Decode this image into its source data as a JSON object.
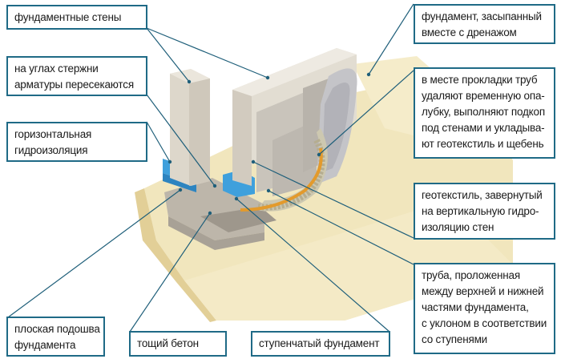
{
  "title": "Ленточный фундамент с дренажом",
  "colors": {
    "box_border": "#1f6a86",
    "leader_line": "#1f5f7a",
    "soil": "#efe2b4",
    "concrete": "#d8d2c6",
    "waterproofing": "#3fa0dc",
    "pipe": "#e39a2c"
  },
  "labels": [
    {
      "id": "foundation-walls",
      "lines": [
        "фундаментные стены"
      ]
    },
    {
      "id": "rebar-corners",
      "lines": [
        "на углах стержни",
        "арматуры пересекаются"
      ]
    },
    {
      "id": "horizontal-waterproofing",
      "lines": [
        "горизонтальная",
        "гидроизоляция"
      ]
    },
    {
      "id": "flat-footing",
      "lines": [
        "плоская подошва",
        "фундамента"
      ]
    },
    {
      "id": "lean-concrete",
      "lines": [
        "тощий бетон"
      ]
    },
    {
      "id": "stepped-foundation",
      "lines": [
        "ступенчатый фундамент"
      ]
    },
    {
      "id": "backfilled-foundation",
      "lines": [
        "фундамент, засыпанный",
        "вместе с дренажом"
      ]
    },
    {
      "id": "pipe-laying",
      "lines": [
        "в месте прокладки труб",
        "удаляют временную опа-",
        "лубку, выполняют подкоп",
        "под стенами и укладыва-",
        "ют геотекстиль и щебень"
      ]
    },
    {
      "id": "geotextile",
      "lines": [
        "геотекстиль, завернутый",
        "на вертикальную гидро-",
        "изоляцию стен"
      ]
    },
    {
      "id": "drain-pipe",
      "lines": [
        "труба, проложенная",
        "между верхней и нижней",
        "частями фундамента,",
        "с уклоном в соответствии",
        "со ступенями"
      ]
    }
  ]
}
